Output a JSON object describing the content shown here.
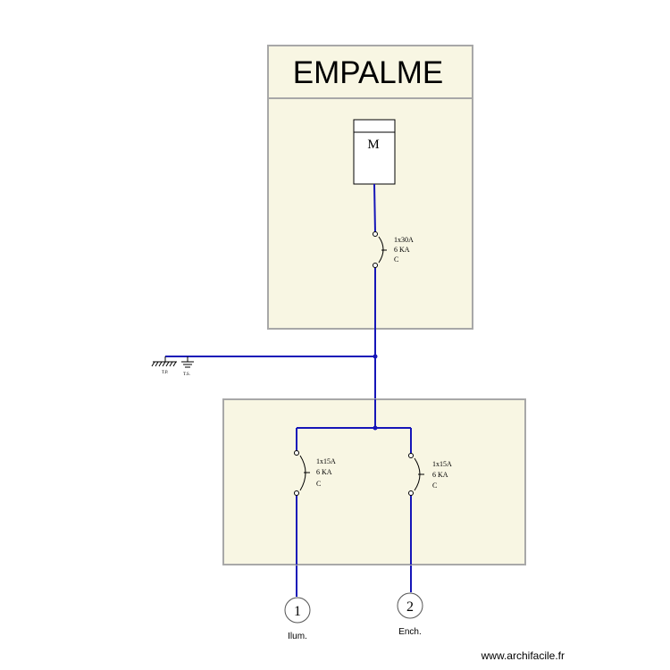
{
  "panel_top": {
    "title": "EMPALME"
  },
  "meter": {
    "label": "M"
  },
  "breaker_main": {
    "line1": "1x30A",
    "line2": "6 KA",
    "line3": "C"
  },
  "ground": {
    "tp_label": "T.P.",
    "ts_label": "T.S."
  },
  "breaker_1": {
    "line1": "1x15A",
    "line2": "6 KA",
    "line3": "C"
  },
  "breaker_2": {
    "line1": "1x15A",
    "line2": "6 KA",
    "line3": "C"
  },
  "circuit_1": {
    "number": "1",
    "label": "Ilum."
  },
  "circuit_2": {
    "number": "2",
    "label": "Ench."
  },
  "watermark": "www.archifacile.fr",
  "colors": {
    "panel_fill": "#f8f6e3",
    "panel_stroke": "#a8a8a8",
    "wire": "#1616b8"
  }
}
